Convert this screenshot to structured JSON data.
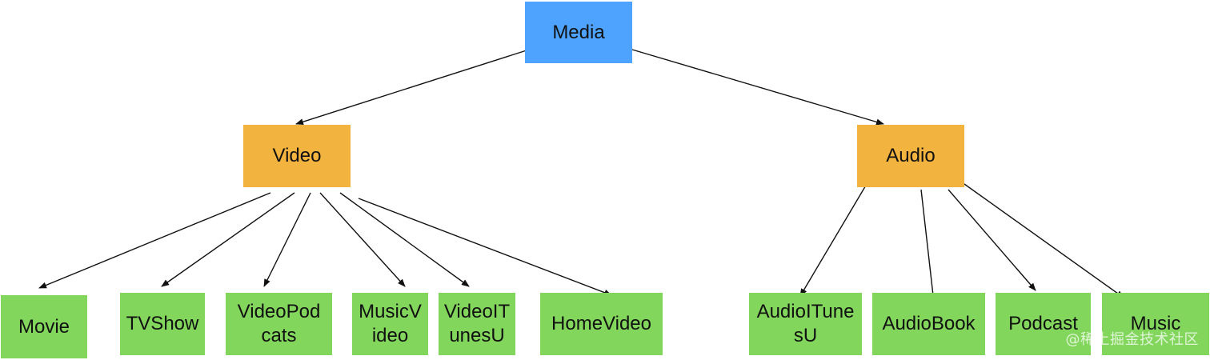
{
  "colors": {
    "root": "#4da3ff",
    "category": "#f2b33f",
    "leaf": "#82d65c",
    "edge": "#111111"
  },
  "root": {
    "id": "media",
    "label": "Media"
  },
  "categories": [
    {
      "id": "video",
      "label": "Video"
    },
    {
      "id": "audio",
      "label": "Audio"
    }
  ],
  "leaves": [
    {
      "id": "movie",
      "parent": "video",
      "lines": [
        "Movie"
      ]
    },
    {
      "id": "tvshow",
      "parent": "video",
      "lines": [
        "TVShow"
      ]
    },
    {
      "id": "videopodcats",
      "parent": "video",
      "lines": [
        "VideoPod",
        "cats"
      ]
    },
    {
      "id": "musicvideo",
      "parent": "video",
      "lines": [
        "MusicV",
        "ideo"
      ]
    },
    {
      "id": "videoitunesu",
      "parent": "video",
      "lines": [
        "VideoIT",
        "unesU"
      ]
    },
    {
      "id": "homevideo",
      "parent": "video",
      "lines": [
        "HomeVideo"
      ]
    },
    {
      "id": "audioitunesu",
      "parent": "audio",
      "lines": [
        "AudioITune",
        "sU"
      ]
    },
    {
      "id": "audiobook",
      "parent": "audio",
      "lines": [
        "AudioBook"
      ]
    },
    {
      "id": "podcast",
      "parent": "audio",
      "lines": [
        "Podcast"
      ]
    },
    {
      "id": "music",
      "parent": "audio",
      "lines": [
        "Music"
      ]
    }
  ],
  "watermark": "@稀土掘金技术社区"
}
